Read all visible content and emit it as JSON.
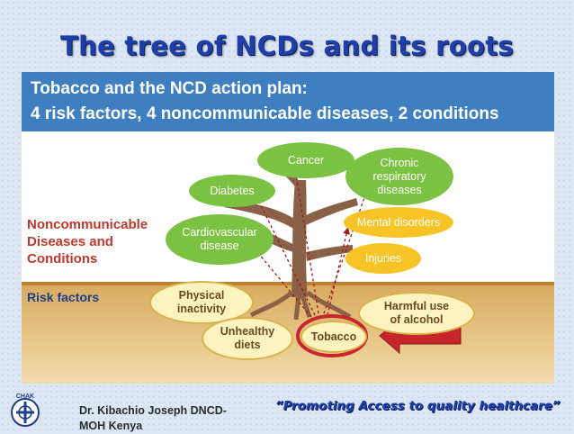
{
  "slide": {
    "title": "The tree of NCDs and its roots"
  },
  "banner": {
    "line1": "Tobacco and the NCD action plan:",
    "line2": "4 risk factors, 4 noncommunicable diseases, 2 conditions"
  },
  "labels": {
    "ncd_line1": "Noncommunicable",
    "ncd_line2": "Diseases and",
    "ncd_line3": "Conditions",
    "risk": "Risk factors"
  },
  "diseases": {
    "cancer": "Cancer",
    "chronic1": "Chronic",
    "chronic2": "respiratory",
    "chronic3": "diseases",
    "diabetes": "Diabetes",
    "cardio1": "Cardiovascular",
    "cardio2": "disease"
  },
  "conditions": {
    "mental": "Mental disorders",
    "injuries": "Injuries"
  },
  "risk_factors": {
    "physical1": "Physical",
    "physical2": "inactivity",
    "diets1": "Unhealthy",
    "diets2": "diets",
    "tobacco": "Tobacco",
    "alcohol1": "Harmful use",
    "alcohol2": "of alcohol"
  },
  "footer": {
    "author1": "Dr. Kibachio Joseph DNCD-",
    "author2": "MOH Kenya",
    "slogan": "“Promoting Access to quality healthcare”",
    "logo_text": "CHAK"
  },
  "colors": {
    "banner": "#3e7fc1",
    "disease_green": "#7cc242",
    "condition_yellow": "#f7c325",
    "label_red": "#c0382b",
    "arrow_red": "#c8252c",
    "title_blue": "#1f3fa8"
  }
}
